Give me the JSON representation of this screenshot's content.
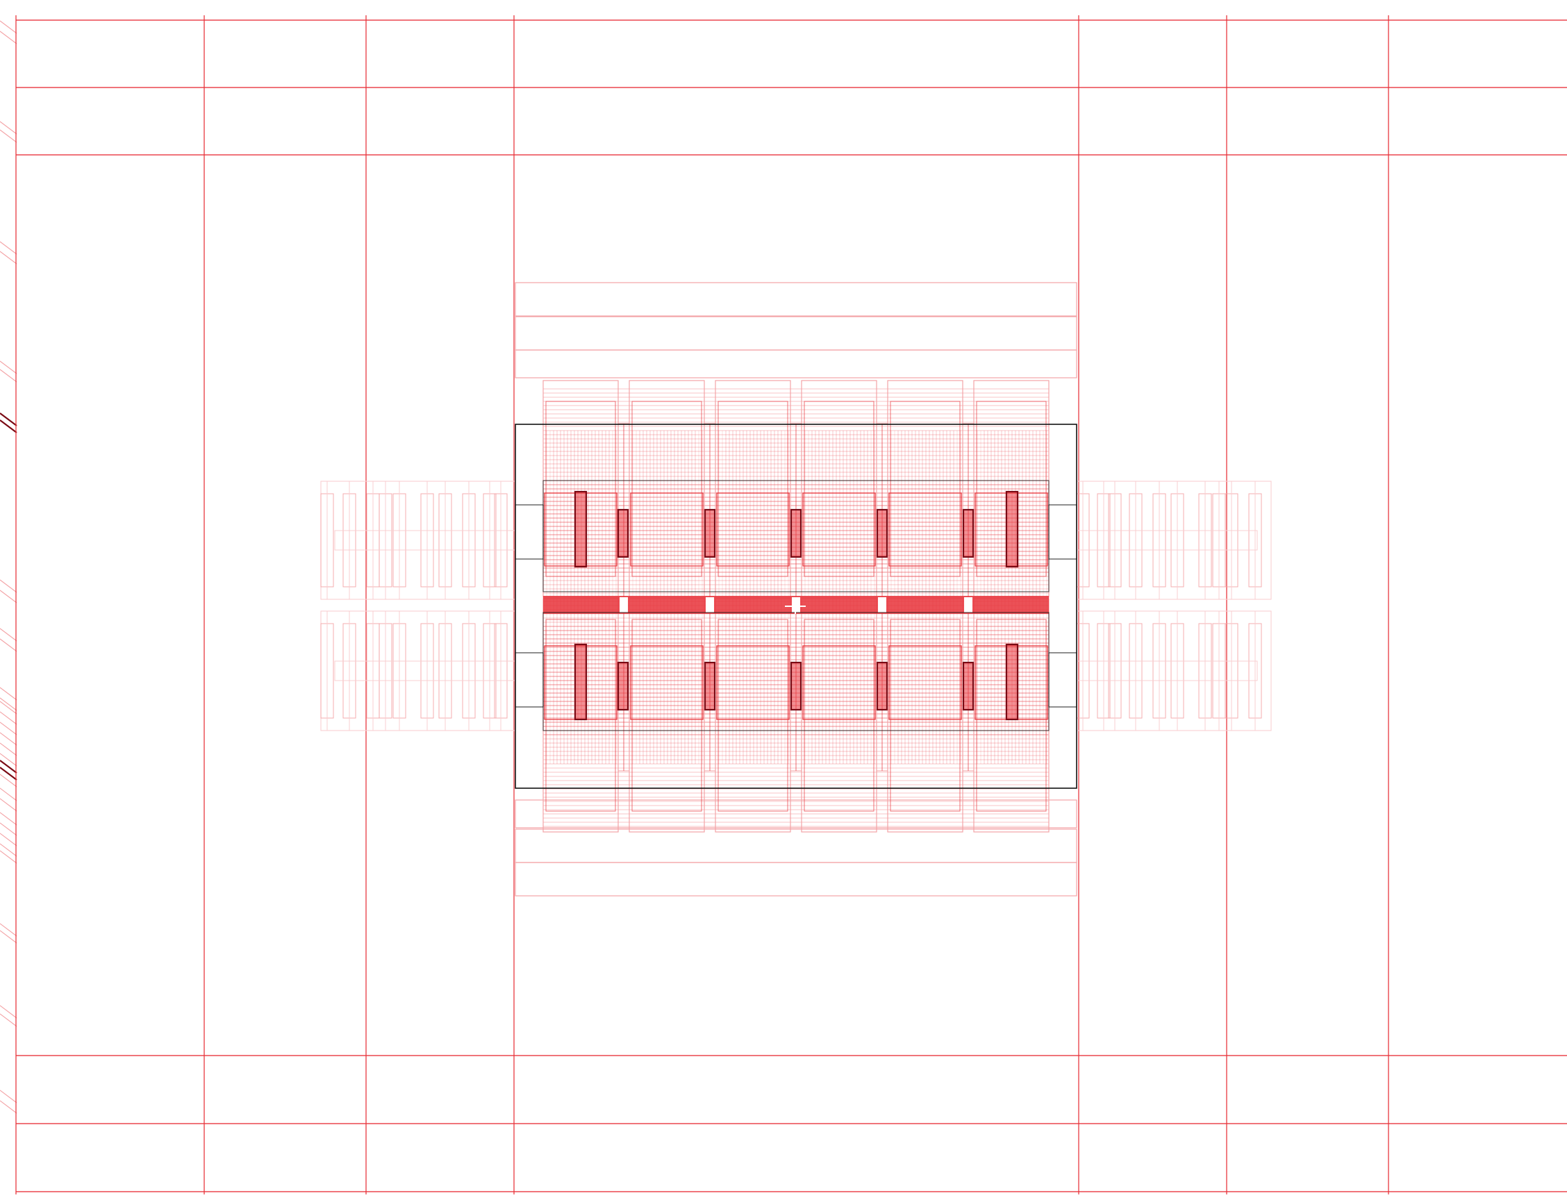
{
  "drawing": {
    "kind": "layout-outline-overlay",
    "colors": {
      "background": "#ffffff",
      "primary": "#e8333a",
      "primary_light": "#f3a3a6",
      "primary_faint": "#f8cfd1",
      "dark": "#7a0a14",
      "outline": "#111111"
    },
    "grid_columns": 7,
    "grid_rows": 5,
    "device": {
      "die_rows": 2,
      "die_columns": 6,
      "dense_fill": "#e8333a"
    }
  }
}
